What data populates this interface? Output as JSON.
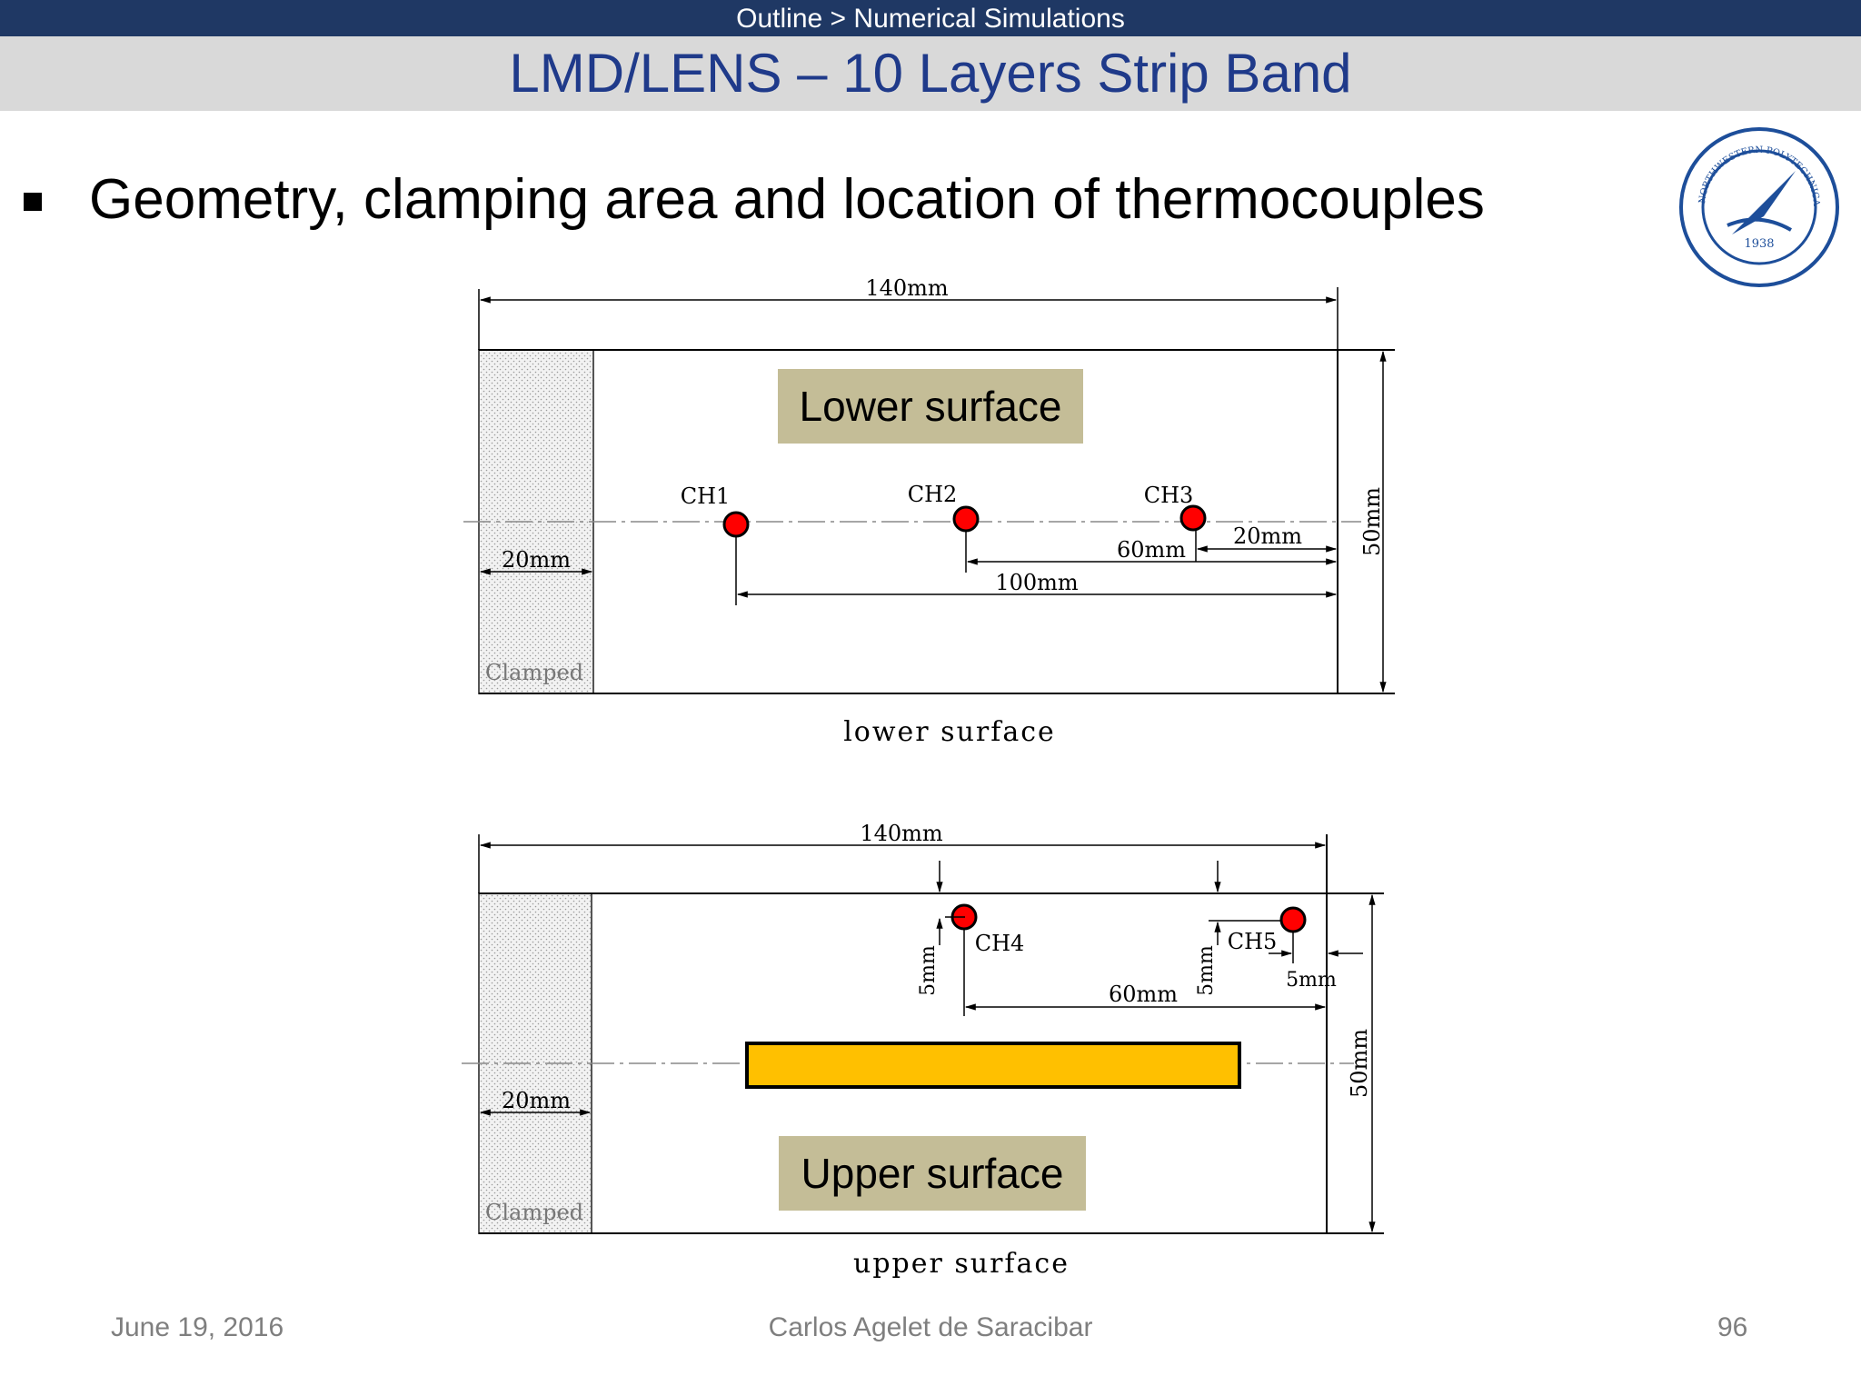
{
  "header": {
    "breadcrumb": "Outline > Numerical Simulations",
    "title": "LMD/LENS – 10 Layers Strip Band"
  },
  "bullet": "Geometry, clamping area and location of thermocouples",
  "logo": {
    "text_top": "NORTHWESTERN POLYTECHNICAL UNIVERSITY",
    "year": "1938",
    "icon": "university-seal"
  },
  "diagram_lower": {
    "caption": "lower surface",
    "label": "Lower surface",
    "length": "140mm",
    "width": "50mm",
    "clamp_width": "20mm",
    "clamped": "Clamped",
    "channels": [
      "CH1",
      "CH2",
      "CH3"
    ],
    "dims": {
      "d20": "20mm",
      "d60": "60mm",
      "d100": "100mm"
    }
  },
  "diagram_upper": {
    "caption": "upper surface",
    "label": "Upper surface",
    "length": "140mm",
    "width": "50mm",
    "clamp_width": "20mm",
    "clamped": "Clamped",
    "channels": [
      "CH4",
      "CH5"
    ],
    "dims": {
      "d5a": "5mm",
      "d5b": "5mm",
      "d5c": "5mm",
      "d60": "60mm"
    }
  },
  "colors": {
    "thermocouple": "#ff0000",
    "deposit": "#ffc000",
    "label_box": "#c4bd97",
    "title": "#1f3a8a",
    "header_bar": "#1f3864"
  },
  "footer": {
    "date": "June 19, 2016",
    "author": "Carlos Agelet de Saracibar",
    "page": "96"
  }
}
